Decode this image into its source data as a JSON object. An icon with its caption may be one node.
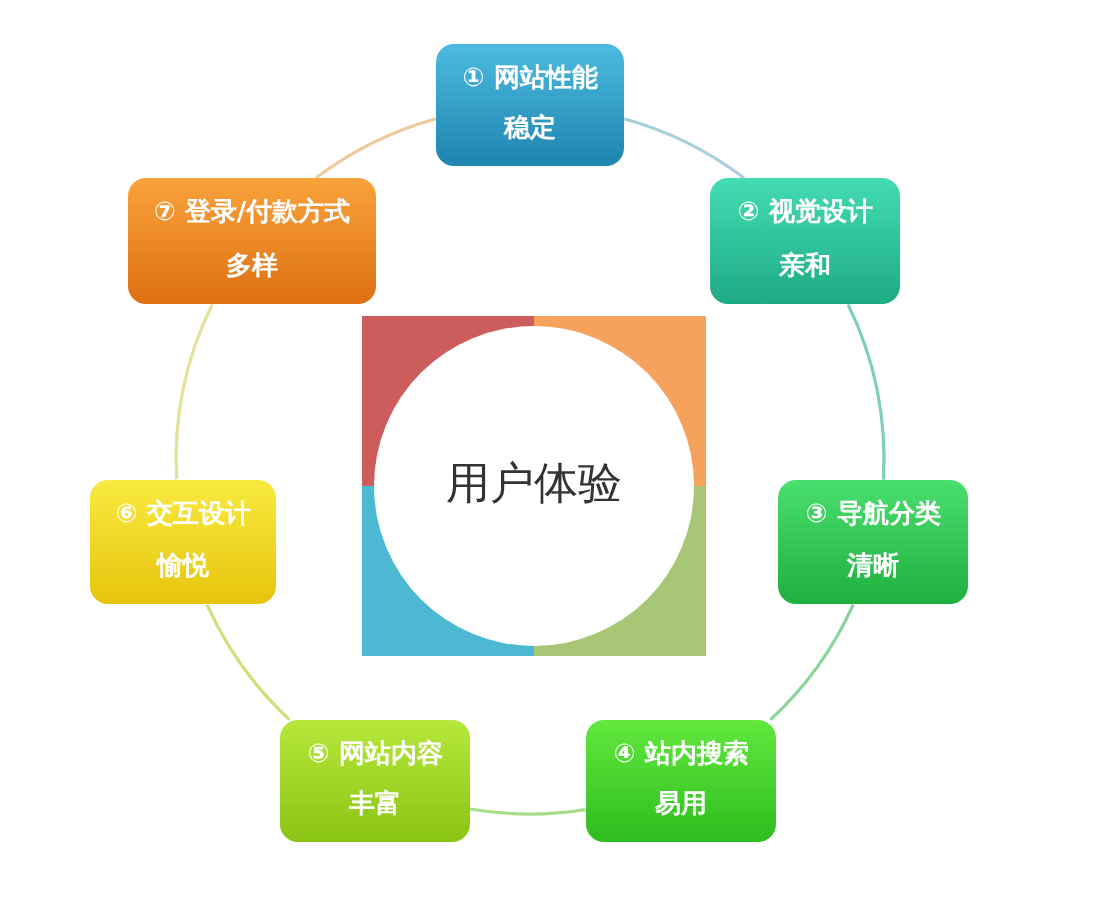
{
  "diagram": {
    "nodes": [
      {
        "text": [
          "用户体验"
        ]
      },
      {
        "text": [
          "① 网站性能",
          "稳定"
        ]
      },
      {
        "text": [
          "② 视觉设计",
          "亲和"
        ]
      },
      {
        "text": [
          "③ 导航分类",
          "清晰"
        ]
      },
      {
        "text": [
          "④ 站内搜索",
          "易用"
        ]
      },
      {
        "text": [
          "⑤ 网站内容",
          "丰富"
        ]
      },
      {
        "text": [
          "⑥ 交互设计",
          "愉悦"
        ]
      },
      {
        "text": [
          "⑦ 登录/付款方式",
          "多样"
        ]
      }
    ],
    "edges": [
      {
        "from": 1,
        "to": 2,
        "arrow": "none",
        "color": "#a9cfdc"
      },
      {
        "from": 2,
        "to": 3,
        "arrow": "none",
        "color": "#7fcfbf"
      },
      {
        "from": 3,
        "to": 4,
        "arrow": "none",
        "color": "#8ad69a"
      },
      {
        "from": 4,
        "to": 5,
        "arrow": "none",
        "color": "#a6dc8a"
      },
      {
        "from": 5,
        "to": 6,
        "arrow": "none",
        "color": "#cde07a"
      },
      {
        "from": 6,
        "to": 7,
        "arrow": "none",
        "color": "#e4e29a"
      },
      {
        "from": 7,
        "to": 1,
        "arrow": "none",
        "color": "#f0c89a"
      }
    ]
  }
}
